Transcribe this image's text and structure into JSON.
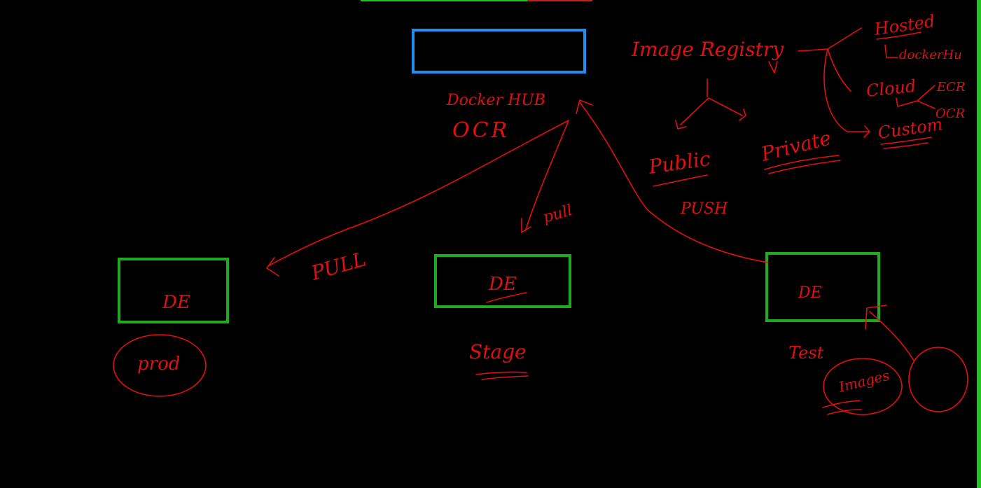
{
  "colors": {
    "background": "#000000",
    "ink": "#e01010",
    "registry_box": "#1e8ff0",
    "engine_box": "#1faa1f",
    "edge_bar": "#22c422"
  },
  "registry": {
    "label_1": "Docker HUB",
    "label_2": "OCR"
  },
  "environments": [
    {
      "box_label": "DE",
      "caption": "prod"
    },
    {
      "box_label": "DE",
      "caption": "Stage"
    },
    {
      "box_label": "DE",
      "caption": "Test"
    }
  ],
  "arrows": {
    "pull_prod": "PULL",
    "pull_stage": "pull",
    "push_test": "PUSH"
  },
  "notes": {
    "image_registry": "Image Registry",
    "public": "Public",
    "private": "Private",
    "hosted": "Hosted",
    "dockerhub": "dockerHu",
    "cloud": "Cloud",
    "ecr": "ECR",
    "ocr": "OCR",
    "custom": "Custom",
    "images": "Images"
  }
}
